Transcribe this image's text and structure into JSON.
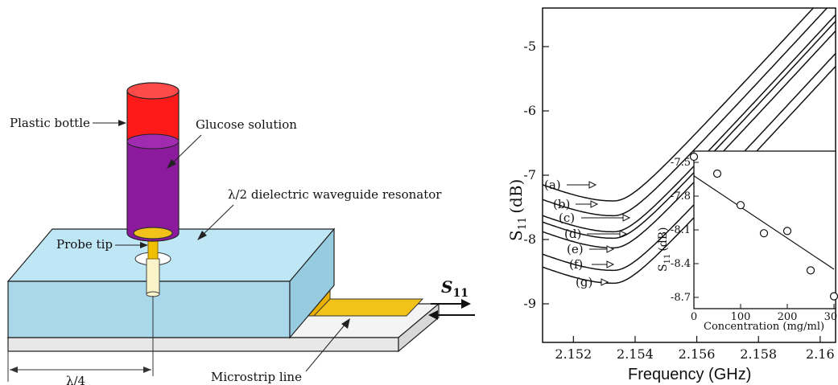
{
  "setup": {
    "labels": {
      "plastic_bottle": "Plastic bottle",
      "glucose_solution": "Glucose solution",
      "resonator": "λ/2 dielectric waveguide resonator",
      "probe_tip": "Probe tip",
      "microstrip": "Microstrip line",
      "lambda4": "λ/4",
      "s11_main": "S",
      "s11_sub": "11"
    },
    "colors": {
      "bottle_red": "#ff1a1a",
      "solution_purple": "#8b1a9c",
      "block_light": "#bfe6f5",
      "block_dark": "#a8d8ea",
      "microstrip_gold": "#f2c21a",
      "probe_gold": "#f0c000"
    }
  },
  "chart_data": [
    {
      "type": "line",
      "ylabel_main": "S",
      "ylabel_sub": "11",
      "ylabel_unit": "(dB)",
      "xlabel": "Frequency (GHz)",
      "xlim": [
        2.151,
        2.1605
      ],
      "ylim": [
        -9.6,
        -4.4
      ],
      "x_ticks": [
        2.152,
        2.154,
        2.156,
        2.158,
        2.16
      ],
      "x_tick_labels": [
        "2.152",
        "2.154",
        "2.156",
        "2.158",
        "2.16"
      ],
      "y_ticks": [
        -5,
        -6,
        -7,
        -8,
        -9
      ],
      "y_tick_labels": [
        "-5",
        "-6",
        "-7",
        "-8",
        "-9"
      ],
      "series": [
        {
          "name": "(a)",
          "min_x": 2.1533,
          "min_y": -7.4
        },
        {
          "name": "(b)",
          "min_x": 2.1533,
          "min_y": -7.63
        },
        {
          "name": "(c)",
          "min_x": 2.1533,
          "min_y": -7.88
        },
        {
          "name": "(d)",
          "min_x": 2.1533,
          "min_y": -7.98
        },
        {
          "name": "(e)",
          "min_x": 2.1533,
          "min_y": -8.13
        },
        {
          "name": "(f)",
          "min_x": 2.1533,
          "min_y": -8.48
        },
        {
          "name": "(g)",
          "min_x": 2.1533,
          "min_y": -8.68
        }
      ]
    },
    {
      "type": "scatter",
      "xlabel": "Concentration (mg/ml)",
      "ylabel_main": "S",
      "ylabel_sub": "11",
      "ylabel_unit": "(dB)",
      "xlim": [
        0,
        300
      ],
      "ylim": [
        -8.8,
        -7.4
      ],
      "x_ticks": [
        0,
        100,
        200,
        300
      ],
      "x_tick_labels": [
        "0",
        "100",
        "200",
        "300"
      ],
      "y_ticks": [
        -7.5,
        -7.8,
        -8.1,
        -8.4,
        -8.7
      ],
      "y_tick_labels": [
        "-7.5",
        "-7.8",
        "-8.1",
        "-8.4",
        "-8.7"
      ],
      "points": [
        {
          "x": 0,
          "y": -7.45
        },
        {
          "x": 50,
          "y": -7.6
        },
        {
          "x": 100,
          "y": -7.88
        },
        {
          "x": 150,
          "y": -8.13
        },
        {
          "x": 200,
          "y": -8.11
        },
        {
          "x": 250,
          "y": -8.46
        },
        {
          "x": 300,
          "y": -8.69
        }
      ],
      "fit_line": [
        {
          "x": 0,
          "y": -7.62
        },
        {
          "x": 300,
          "y": -8.45
        }
      ]
    }
  ]
}
